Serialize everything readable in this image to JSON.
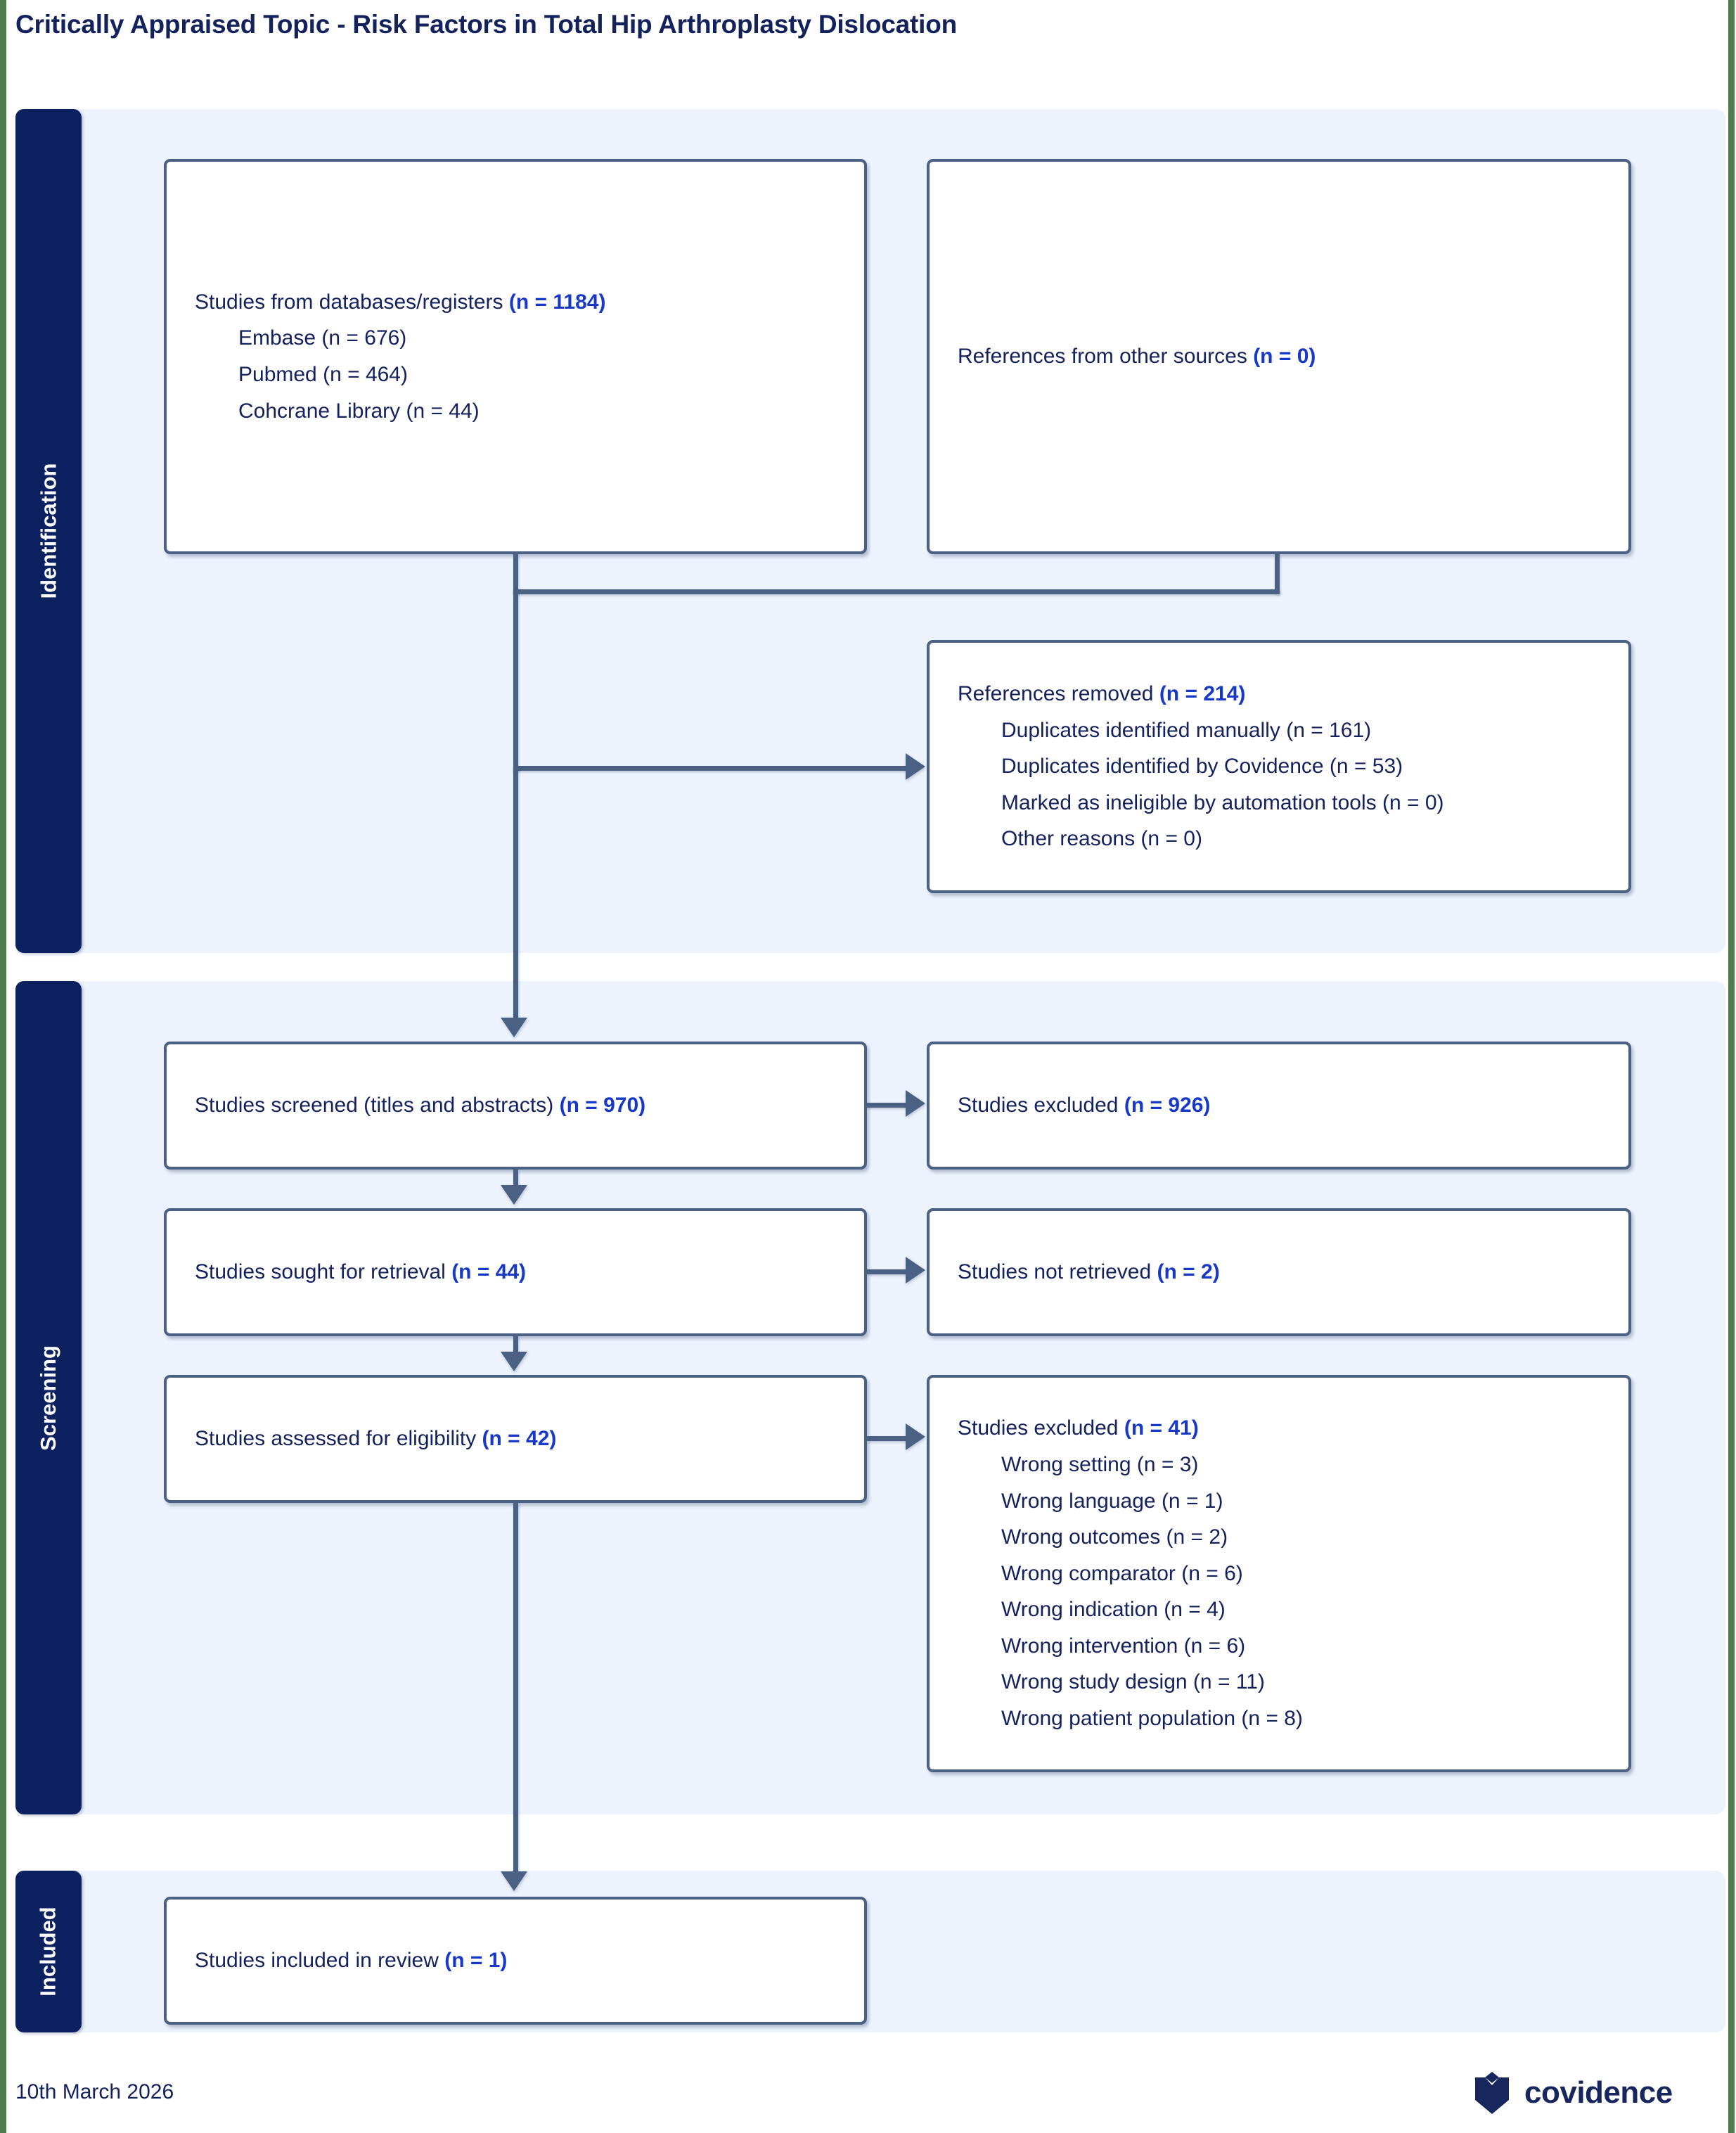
{
  "title": "Critically Appraised Topic - Risk Factors in Total Hip Arthroplasty Dislocation",
  "phases": {
    "identification": "Identification",
    "screening": "Screening",
    "included": "Included"
  },
  "boxes": {
    "databases": {
      "heading": "Studies from databases/registers ",
      "heading_count": "(n = 1184)",
      "items": [
        "Embase (n = 676)",
        "Pubmed (n = 464)",
        "Cohcrane Library (n = 44)"
      ]
    },
    "other_sources": {
      "heading": "References from other sources ",
      "heading_count": "(n = 0)"
    },
    "references_removed": {
      "heading": "References removed ",
      "heading_count": "(n = 214)",
      "items": [
        "Duplicates identified manually (n = 161)",
        "Duplicates identified by Covidence (n = 53)",
        "Marked as ineligible by automation tools (n = 0)",
        "Other reasons (n = 0)"
      ]
    },
    "screened": {
      "heading": "Studies screened (titles and abstracts) ",
      "heading_count": "(n = 970)"
    },
    "excluded_screening": {
      "heading": "Studies excluded ",
      "heading_count": "(n = 926)"
    },
    "sought_retrieval": {
      "heading": "Studies sought for retrieval ",
      "heading_count": "(n = 44)"
    },
    "not_retrieved": {
      "heading": "Studies not retrieved ",
      "heading_count": "(n = 2)"
    },
    "assessed_eligibility": {
      "heading": "Studies assessed for eligibility ",
      "heading_count": "(n = 42)"
    },
    "excluded_eligibility": {
      "heading": "Studies excluded ",
      "heading_count": "(n = 41)",
      "items": [
        "Wrong setting (n = 3)",
        "Wrong language (n = 1)",
        "Wrong outcomes (n = 2)",
        "Wrong comparator (n = 6)",
        "Wrong indication (n = 4)",
        "Wrong intervention (n = 6)",
        "Wrong study design (n = 11)",
        "Wrong patient population (n = 8)"
      ]
    },
    "included_review": {
      "heading": "Studies included in review ",
      "heading_count": "(n = 1)"
    }
  },
  "footer": {
    "date": "10th March 2026",
    "brand": "covidence"
  },
  "colors": {
    "band_background": "#edf3fc",
    "phase_label": "#0d2160",
    "box_border": "#4a6184",
    "text": "#14225c",
    "highlight": "#1838c8",
    "edge_strip": "#4f7d4f"
  },
  "chart_data": {
    "type": "table",
    "title": "PRISMA 2020 flow diagram",
    "stages": [
      {
        "phase": "Identification",
        "label": "Studies from databases/registers",
        "n": 1184
      },
      {
        "phase": "Identification",
        "label": "Embase",
        "n": 676
      },
      {
        "phase": "Identification",
        "label": "Pubmed",
        "n": 464
      },
      {
        "phase": "Identification",
        "label": "Cohcrane Library",
        "n": 44
      },
      {
        "phase": "Identification",
        "label": "References from other sources",
        "n": 0
      },
      {
        "phase": "Identification",
        "label": "References removed",
        "n": 214
      },
      {
        "phase": "Identification",
        "label": "Duplicates identified manually",
        "n": 161
      },
      {
        "phase": "Identification",
        "label": "Duplicates identified by Covidence",
        "n": 53
      },
      {
        "phase": "Identification",
        "label": "Marked as ineligible by automation tools",
        "n": 0
      },
      {
        "phase": "Identification",
        "label": "Other reasons",
        "n": 0
      },
      {
        "phase": "Screening",
        "label": "Studies screened (titles and abstracts)",
        "n": 970
      },
      {
        "phase": "Screening",
        "label": "Studies excluded",
        "n": 926
      },
      {
        "phase": "Screening",
        "label": "Studies sought for retrieval",
        "n": 44
      },
      {
        "phase": "Screening",
        "label": "Studies not retrieved",
        "n": 2
      },
      {
        "phase": "Screening",
        "label": "Studies assessed for eligibility",
        "n": 42
      },
      {
        "phase": "Screening",
        "label": "Studies excluded",
        "n": 41
      },
      {
        "phase": "Screening",
        "label": "Wrong setting",
        "n": 3
      },
      {
        "phase": "Screening",
        "label": "Wrong language",
        "n": 1
      },
      {
        "phase": "Screening",
        "label": "Wrong outcomes",
        "n": 2
      },
      {
        "phase": "Screening",
        "label": "Wrong comparator",
        "n": 6
      },
      {
        "phase": "Screening",
        "label": "Wrong indication",
        "n": 4
      },
      {
        "phase": "Screening",
        "label": "Wrong intervention",
        "n": 6
      },
      {
        "phase": "Screening",
        "label": "Wrong study design",
        "n": 11
      },
      {
        "phase": "Screening",
        "label": "Wrong patient population",
        "n": 8
      },
      {
        "phase": "Included",
        "label": "Studies included in review",
        "n": 1
      }
    ]
  }
}
